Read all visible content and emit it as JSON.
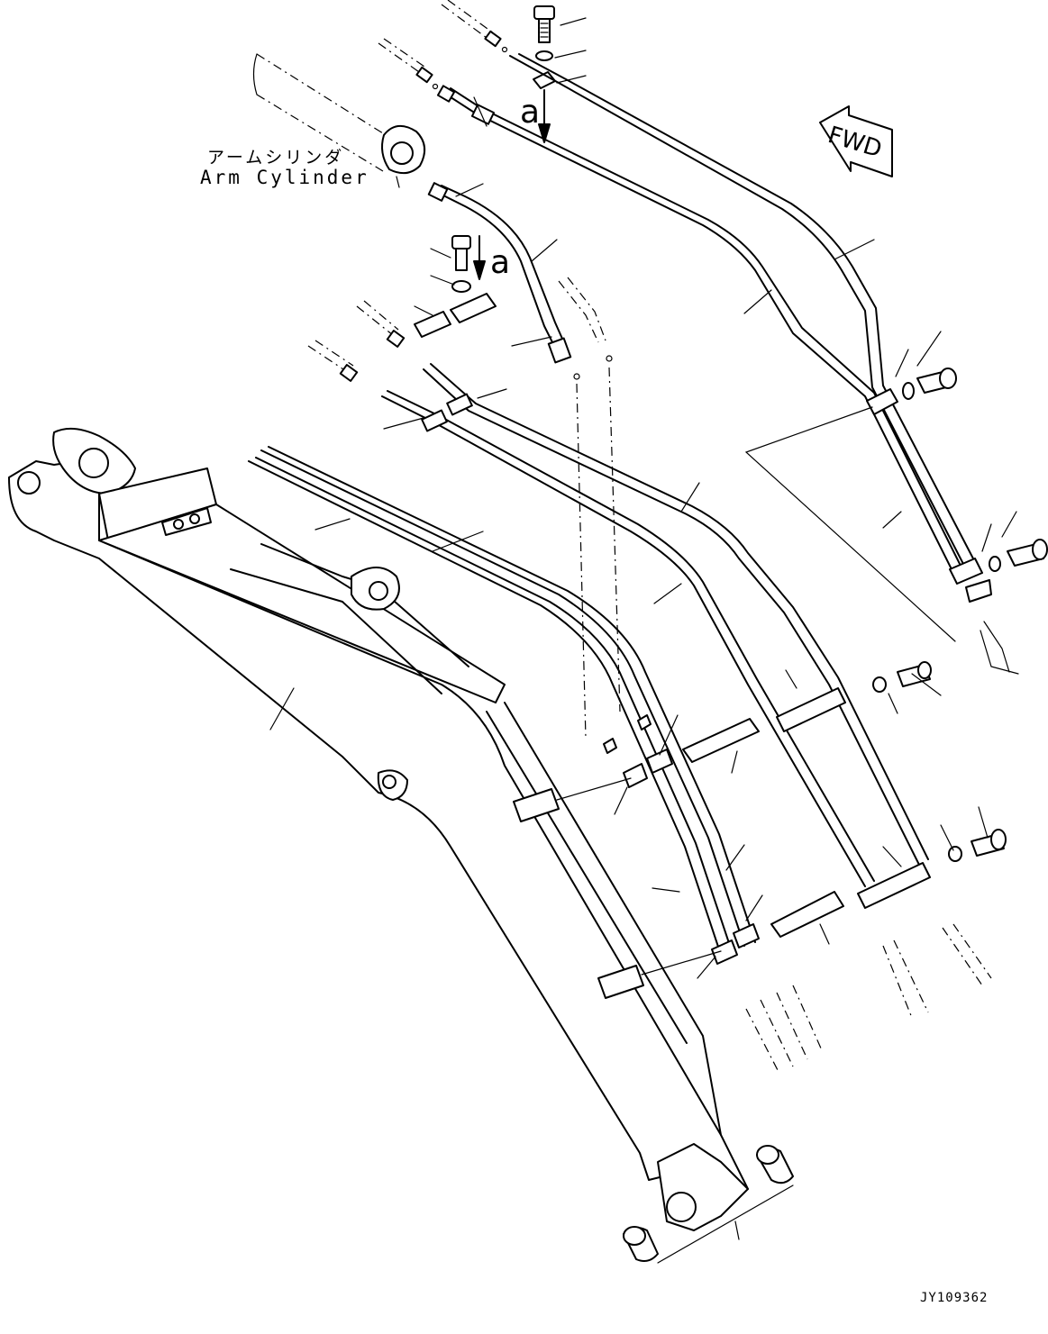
{
  "labels": {
    "cylinder_jp": "アームシリンダ",
    "cylinder_en": "Arm Cylinder",
    "section_mark_1": "a",
    "section_mark_2": "a",
    "direction": "FWD",
    "drawing_id": "JY109362"
  },
  "icons": [
    "direction-arrow-icon",
    "section-arrow-icon"
  ]
}
